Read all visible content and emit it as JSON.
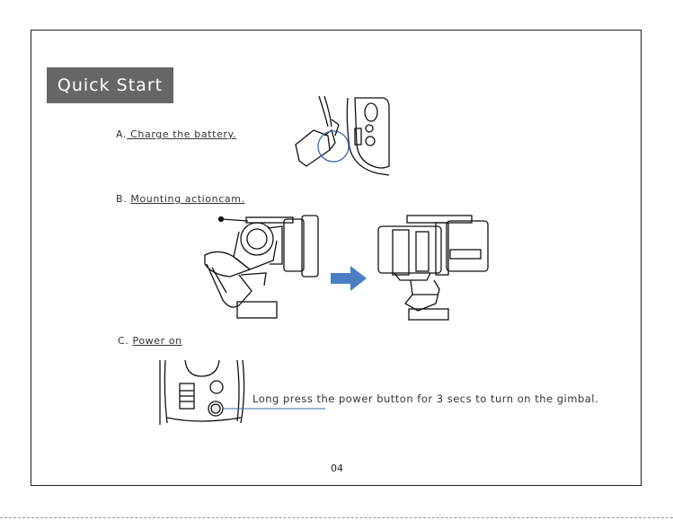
{
  "section_title": "Quick Start",
  "steps": [
    {
      "prefix": "A.",
      "label": " Charge the battery."
    },
    {
      "prefix": "B.",
      "label": "Mounting actioncam."
    },
    {
      "prefix": "C.",
      "label": "Power on"
    }
  ],
  "power_instruction": "Long press the power button for 3 secs to turn on the gimbal.",
  "page_number": "04",
  "colors": {
    "title_bg": "#666666",
    "arrow": "#4a7fc1",
    "callout": "#3a6ab0"
  },
  "icons": [
    "charging-illustration",
    "gimbal-unmounted-illustration",
    "arrow-right-icon",
    "gimbal-mounted-illustration",
    "power-button-illustration"
  ]
}
